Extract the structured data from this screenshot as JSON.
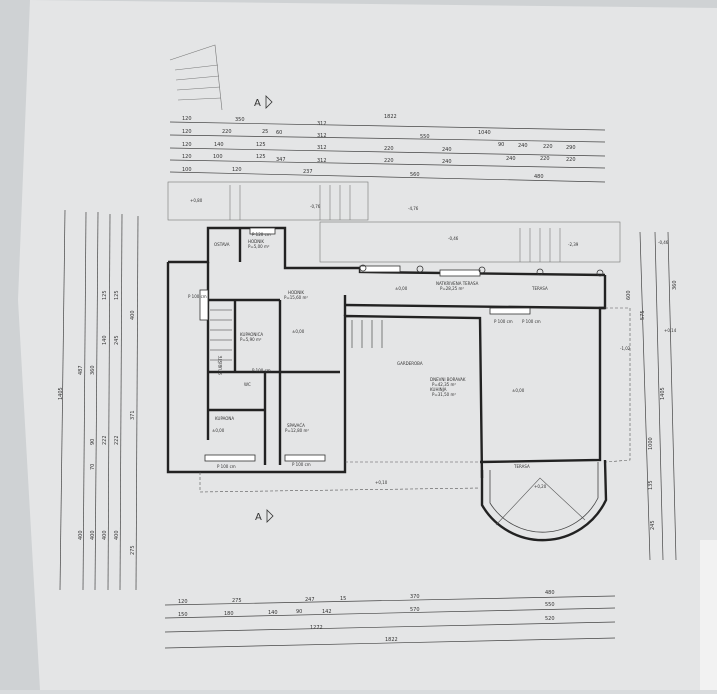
{
  "section_marker": "A",
  "top_dimensions": {
    "row1": [
      "120",
      "350",
      "312",
      "1822"
    ],
    "row2": [
      "120",
      "220",
      "25",
      "60",
      "312",
      "550",
      "1040"
    ],
    "row3": [
      "120",
      "140",
      "125",
      "312",
      "220",
      "240",
      "90",
      "240",
      "220",
      "290"
    ],
    "row4": [
      "120",
      "100",
      "125",
      "347",
      "312",
      "220",
      "240",
      "240",
      "220",
      "220"
    ],
    "row5": [
      "100",
      "120",
      "237",
      "560",
      "480"
    ]
  },
  "bottom_dimensions": {
    "row1": [
      "120",
      "275",
      "247",
      "15",
      "370",
      "480"
    ],
    "row2": [
      "150",
      "180",
      "140",
      "90",
      "142",
      "570",
      "550"
    ],
    "row3": [
      "1272",
      "520"
    ],
    "row4": [
      "1822"
    ]
  },
  "left_dimensions": {
    "col1": [
      "1405"
    ],
    "col2": [
      "487",
      "400"
    ],
    "col3": [
      "70",
      "360",
      "90",
      "400"
    ],
    "col4": [
      "125",
      "140",
      "222",
      "400"
    ],
    "col5": [
      "125",
      "245",
      "222",
      "400"
    ],
    "col6": [
      "400",
      "371",
      "275"
    ]
  },
  "right_dimensions": {
    "col1": [
      "575",
      "1000",
      "1405"
    ],
    "col2": [
      "600",
      "135",
      "245"
    ],
    "col3": [
      "360"
    ]
  },
  "levels": [
    "+0,80",
    "-0,76",
    "-4,76",
    "-0,46",
    "-2,39",
    "-0,46",
    "±0,00",
    "±0,00",
    "±0,00",
    "±0,00",
    "+0,10",
    "+0,20",
    "+0,14",
    "-1,02"
  ],
  "rooms": [
    {
      "name": "OSTAVA"
    },
    {
      "name": "HODNIK",
      "area": "P=5,00 m²"
    },
    {
      "name": "HODNIK",
      "area": "P=15,60 m²"
    },
    {
      "name": "KUPAONICA",
      "area": "P=5,90 m²"
    },
    {
      "name": "WC"
    },
    {
      "name": "SPAVAĆA",
      "area": "P=12,80 m²"
    },
    {
      "name": "KUPAONA"
    },
    {
      "name": "NATKRIVENA TERASA",
      "area": "P=28,25 m²"
    },
    {
      "name": "DNEVNI BORAVAK",
      "area": "P=42,35 m²"
    },
    {
      "name": "KUHINJA",
      "area": "P=31,50 m²"
    },
    {
      "name": "GARDEROBA"
    },
    {
      "name": "TERASA"
    },
    {
      "name": "TERASA"
    },
    {
      "name": "STUBIŠTE"
    }
  ],
  "window_labels": [
    "P 100 cm",
    "P 100 cm",
    "P 100 cm",
    "P 100 cm",
    "P 120 cm",
    "P 100 cm",
    "P 100 cm"
  ]
}
